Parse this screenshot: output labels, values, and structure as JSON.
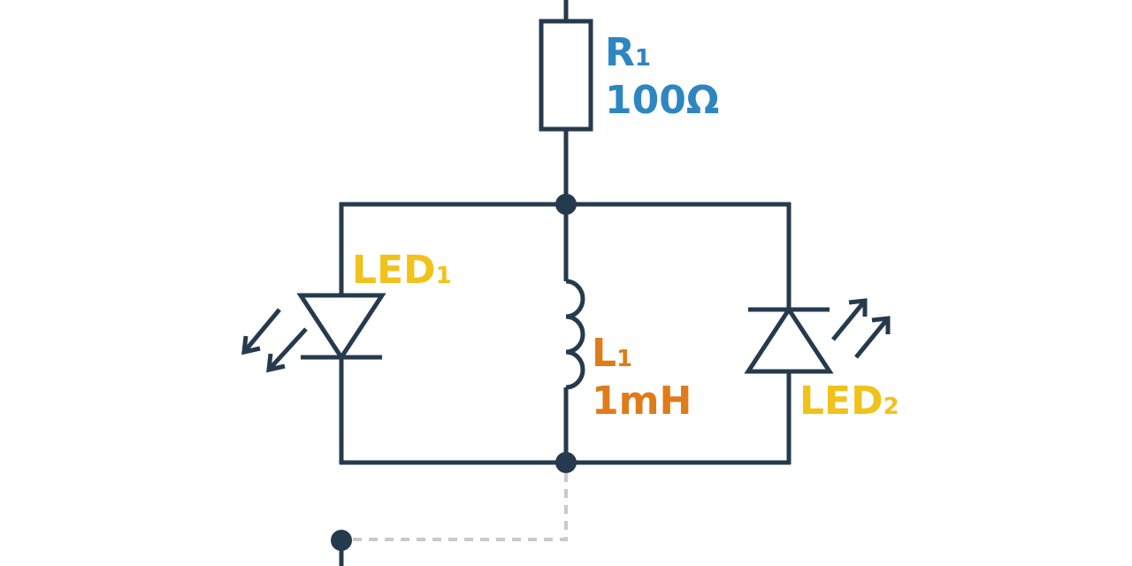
{
  "colors": {
    "wire": "#263a4d",
    "resistor_label": "#2e86c1",
    "inductor_label": "#e07b1a",
    "led_label": "#f0c21b",
    "dashed_wire": "#c9c9c9",
    "background": "#ffffff"
  },
  "r1": {
    "name": "R",
    "subscript": "1",
    "value": "100Ω"
  },
  "l1": {
    "name": "L",
    "subscript": "1",
    "value": "1mH"
  },
  "led1": {
    "name": "LED",
    "subscript": "1"
  },
  "led2": {
    "name": "LED",
    "subscript": "2"
  }
}
